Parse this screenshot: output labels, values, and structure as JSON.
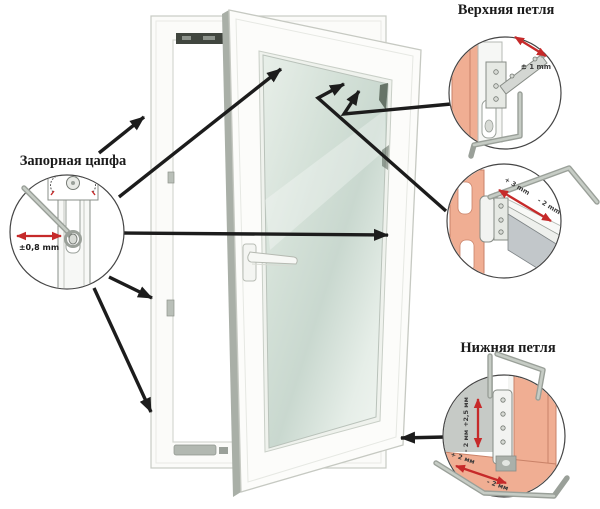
{
  "labels": {
    "top_hinge_title": "Верхняя петля",
    "locking_pin_title": "Запорная цапфа",
    "bottom_hinge_title": "Нижняя петля"
  },
  "callouts": {
    "top_hinge": {
      "adjustment": "± 1 mm"
    },
    "scissor_stay": {
      "plus": "+ 3 mm",
      "minus": "- 2 mm"
    },
    "locking_pin": {
      "adjustment": "±0,8 mm"
    },
    "bottom_hinge": {
      "vertical_plus": "+2,5 мм",
      "vertical_minus": "- 2 мм",
      "horizontal_plus": "+ 2 мм",
      "horizontal_minus": "- 2 мм"
    }
  },
  "colors": {
    "arrow_black": "#1c1c1c",
    "arrow_red": "#c62a2a",
    "salmon": "#f0ae93",
    "salmon_light": "#f7c9b2",
    "metal": "#b7bdb6",
    "frame_white": "#fcfcfa",
    "glass_green": "#cfdfd5"
  }
}
